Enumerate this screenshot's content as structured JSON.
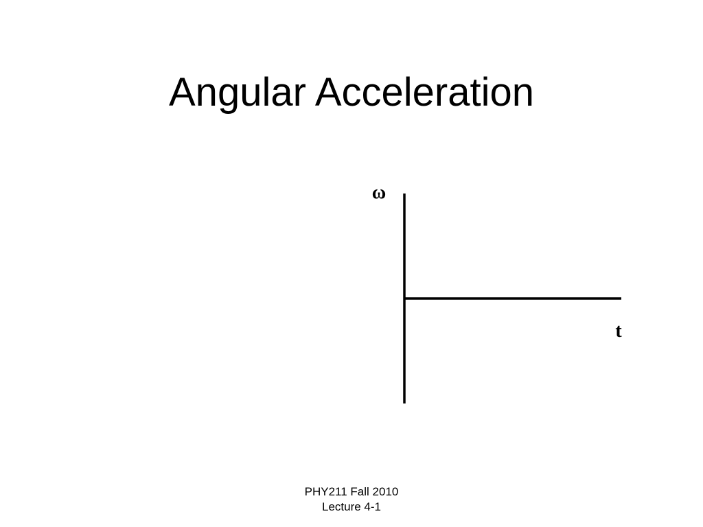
{
  "slide": {
    "title": "Angular Acceleration"
  },
  "diagram": {
    "y_axis_label": "ω",
    "x_axis_label": "t"
  },
  "footer": {
    "line1": "PHY211 Fall 2010",
    "line2": "Lecture 4-1"
  }
}
